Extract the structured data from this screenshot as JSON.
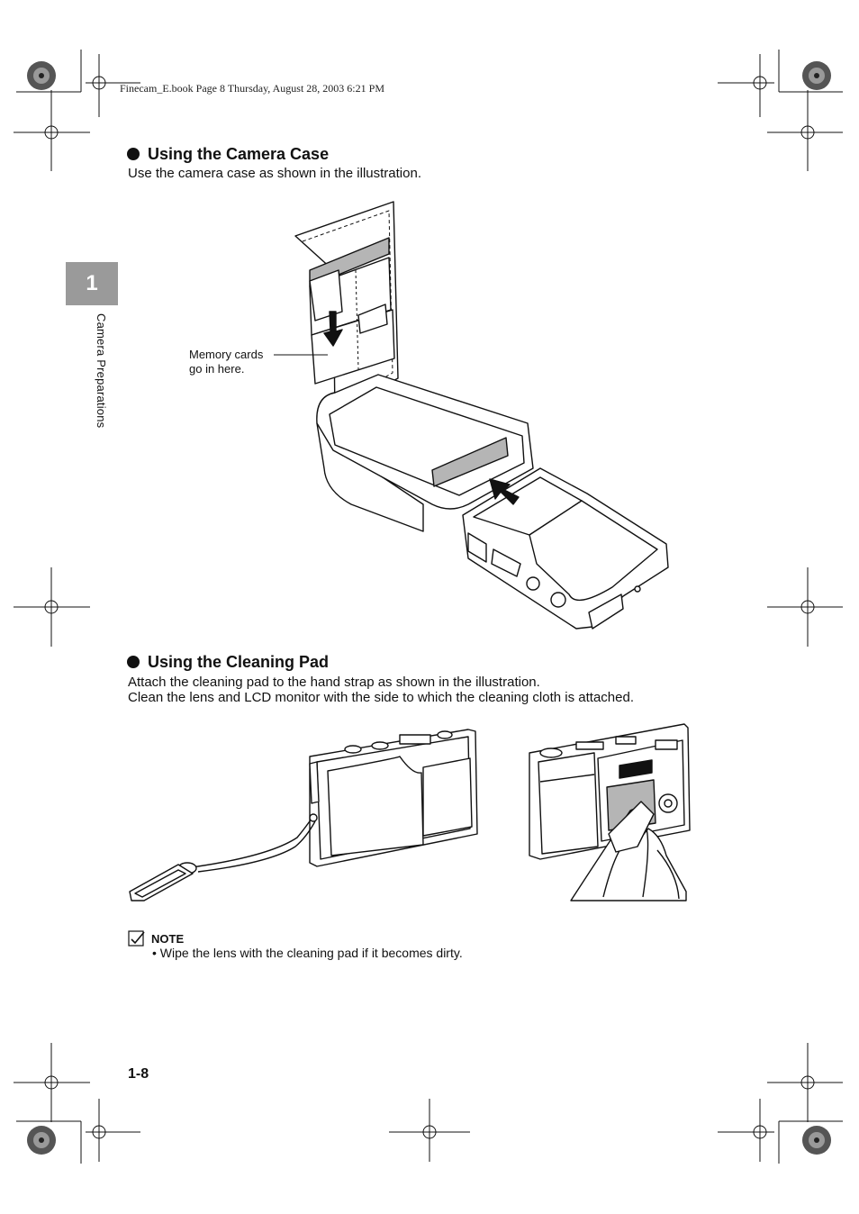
{
  "header": {
    "book_info": "Finecam_E.book  Page 8  Thursday, August 28, 2003  6:21 PM"
  },
  "side_tab": {
    "chapter_number": "1",
    "chapter_label": "Camera Preparations"
  },
  "sections": [
    {
      "title": "Using the Camera Case",
      "body": [
        "Use the camera case as shown in the illustration."
      ],
      "callout": [
        "Memory cards",
        "go in here."
      ]
    },
    {
      "title": "Using the Cleaning Pad",
      "body": [
        "Attach the cleaning pad to the hand strap as shown in the illustration.",
        "Clean the lens and LCD monitor with the side to which the cleaning cloth is attached."
      ]
    }
  ],
  "note": {
    "label": "NOTE",
    "items": [
      "• Wipe the lens with the cleaning pad if it becomes dirty."
    ]
  },
  "footer": {
    "page_number": "1-8"
  },
  "colors": {
    "tab_gray": "#9a9a9a",
    "text": "#111111"
  }
}
